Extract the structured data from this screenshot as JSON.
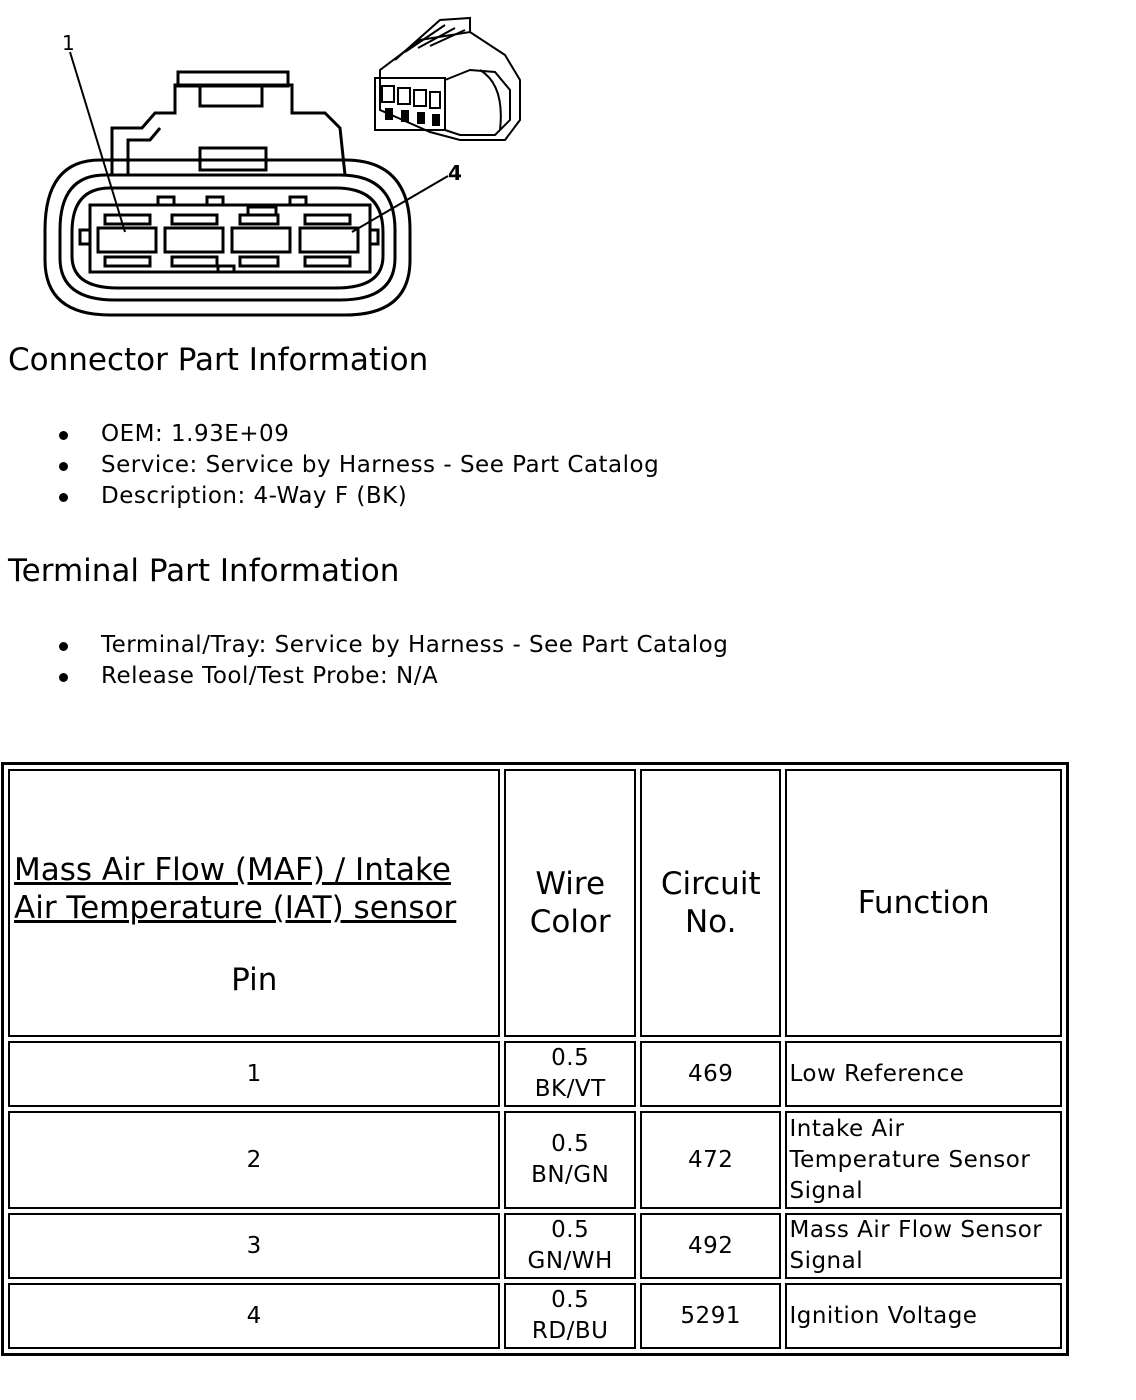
{
  "diagram": {
    "callouts": [
      "1",
      "4"
    ]
  },
  "connector_info": {
    "heading": "Connector Part Information",
    "items": [
      "OEM: 1.93E+09",
      "Service: Service by Harness - See Part Catalog",
      "Description: 4-Way F (BK)"
    ]
  },
  "terminal_info": {
    "heading": "Terminal Part Information",
    "items": [
      "Terminal/Tray: Service by Harness - See Part Catalog",
      "Release Tool/Test Probe: N/A"
    ]
  },
  "pin_table": {
    "title": "Mass Air Flow (MAF) / Intake Air Temperature (IAT) sensor",
    "pin_label": "Pin",
    "headers": {
      "wire_color": "Wire Color",
      "circuit": "Circuit No.",
      "function": "Function"
    },
    "rows": [
      {
        "pin": "1",
        "wire_size": "0.5",
        "wire_color": "BK/VT",
        "circuit": "469",
        "function": "Low Reference"
      },
      {
        "pin": "2",
        "wire_size": "0.5",
        "wire_color": "BN/GN",
        "circuit": "472",
        "function": "Intake Air Temperature Sensor Signal"
      },
      {
        "pin": "3",
        "wire_size": "0.5",
        "wire_color": "GN/WH",
        "circuit": "492",
        "function": "Mass Air Flow Sensor Signal"
      },
      {
        "pin": "4",
        "wire_size": "0.5",
        "wire_color": "RD/BU",
        "circuit": "5291",
        "function": "Ignition Voltage"
      }
    ]
  }
}
